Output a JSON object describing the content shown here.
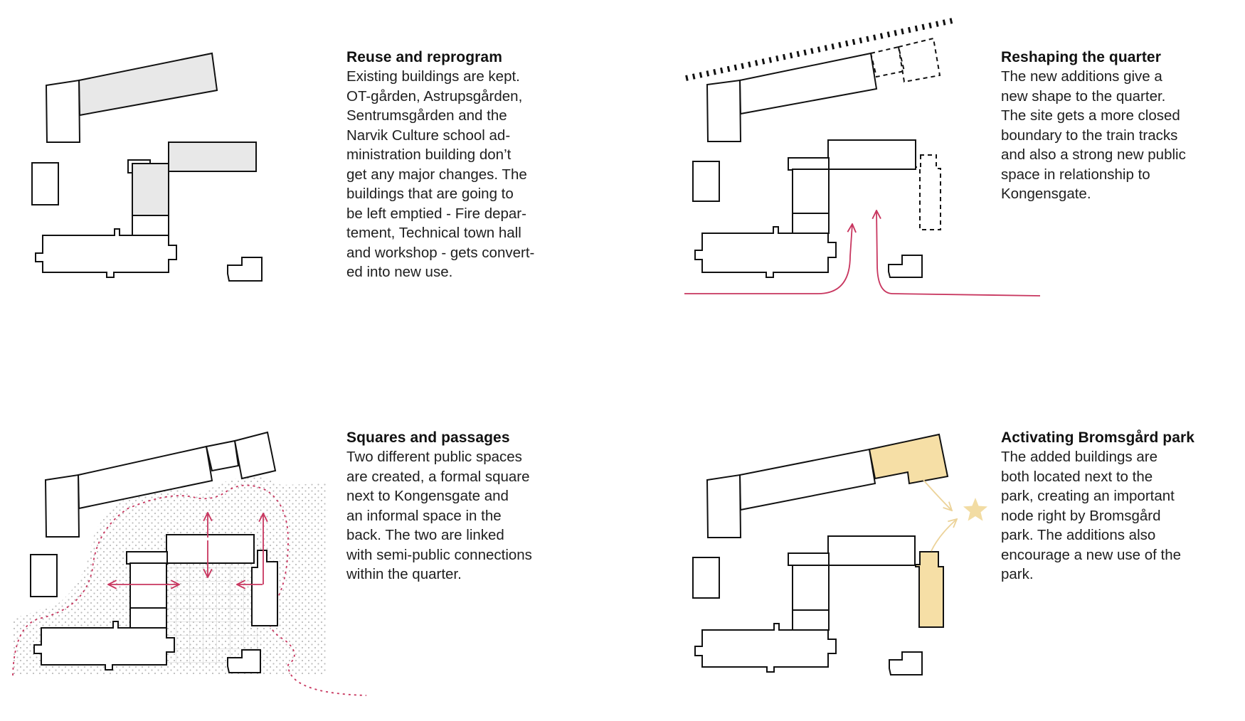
{
  "panels": [
    {
      "title": "Reuse and reprogram",
      "body": "Existing buildings are kept.\nOT-gården, Astrupsgården,\nSentrumsgården and the\nNarvik Culture school ad-\nministration building don’t\nget any major changes. The\nbuildings that are going to\nbe left emptied - Fire depar-\ntement, Technical town hall\nand workshop - gets convert-\ned into new use."
    },
    {
      "title": "Reshaping the quarter",
      "body": "The new additions give a\nnew shape to the quarter.\nThe site gets a more closed\nboundary to the train tracks\nand also a strong new public\nspace in relationship to\nKongensgate."
    },
    {
      "title": "Squares and passages",
      "body": "Two different public spaces\nare created, a formal square\nnext to Kongensgate and\nan informal space in the\nback. The two are linked\nwith semi-public connections\nwithin the quarter."
    },
    {
      "title": "Activating Bromsgård park",
      "body": "The added buildings are\nboth located next to the\npark, creating an important\nnode right by Bromsgård\npark. The additions also\nencourage a new use of the\npark."
    }
  ],
  "colors": {
    "outline": "#111111",
    "existing_fill": "#e8e8e8",
    "circulation": "#c8365f",
    "new_building_fill": "#f6dfa6",
    "park_link": "#f2dca3",
    "texture_dots": "#bdbdbd",
    "square_grid": "#cfcfcf"
  },
  "icons": [
    "arrow-icon",
    "star-icon"
  ]
}
